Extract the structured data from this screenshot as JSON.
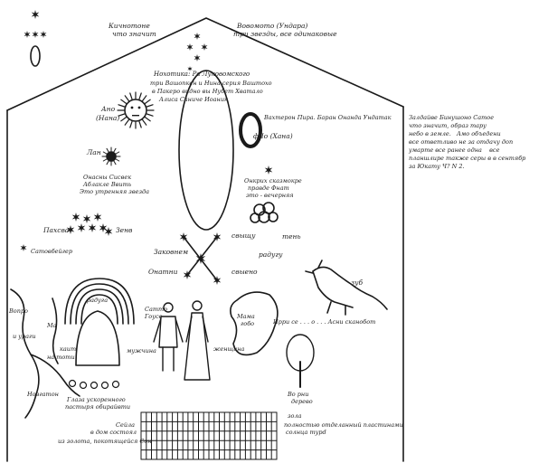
{
  "labels": {
    "top_left_1": "Кичнотоне",
    "top_left_2": "что значит",
    "top_right_1": "Вовомото (Ундара)",
    "top_right_2": "три звезды, все одинаковые",
    "center_header_1": "Нохотика: Ра Луковомского",
    "center_header_2": "три Вашопкен и Нина серия Ваштохо",
    "center_header_3": "в Пакеро видно вы Нубет Хватало",
    "center_header_4": "Алиса Саниче Иоанин",
    "right_header": "Вахтерон Пира. Баран Онанда Ундатак",
    "right_block_1": "Залдайве Бинушоно Сатое",
    "right_block_2": "что значит, образ тару",
    "right_block_3": "небо в земле.   Амо объедени",
    "right_block_4": "все ответливо не за отдачу доп",
    "right_block_5": "умарте все ранее одна    все",
    "right_block_6": "планшлире также серы в в сентябр",
    "right_block_7": "за Юкату Ч? N 2.",
    "sun_label_1": "Ано",
    "sun_label_2": "(Нана)",
    "moon_label_1": "фЧо (Хана)",
    "small_star_label": "Лан",
    "star_caption_1": "Онасны Сисвек",
    "star_caption_2": "Аблакле Ввить",
    "star_caption_3": "Это утренняя звезда",
    "right_star_caption_1": "Онкрих сказмокре",
    "right_star_caption_2": "правде Фнат",
    "right_star_caption_3": "это - вечерняя",
    "pleiades_left": "Пахсва",
    "pleiades_right": "Зенв",
    "pleiades_bottom": "Сатовбейгер",
    "cross_top": "свыщу",
    "cross_right": "тень",
    "cross_left_1": "Заковнем",
    "cross_left_2": "Онатни",
    "cross_bottom": "свыено",
    "cloud_label": "радугу",
    "dragon_label": "зуб",
    "rainbow_top": "радуга",
    "river_left_1": "Вопро",
    "river_left_2": "и ураги",
    "river_mid": "Ма",
    "river_mid_2": "каит",
    "river_mid_3": "на тоти",
    "river_bottom": "Новгатон",
    "man_label_1": "Сатто",
    "man_label_2": "Гоусе",
    "man_side": "мужчина",
    "woman_label": "женщина",
    "blob_label_1": "Мама",
    "blob_label_2": "гобо",
    "blob_side": "Ирри се . . . о . . . Асни сканобот",
    "tree_label_1": "Во рни",
    "tree_label_2": "дерево",
    "dots_caption_1": "Глаза ускоренного",
    "dots_caption_2": "пастыря обирайвти",
    "grid_left_1": "Сейла",
    "grid_left_2": "в дом состоял",
    "grid_left_3": "из золота, покотящейся Сон",
    "grid_right_1": "зола",
    "grid_right_2": "полностью отделанный пластинами",
    "grid_right_3": "солнца турd"
  },
  "grid": {
    "rows": 5,
    "cols": 26
  },
  "colors": {
    "ink": "#1a1a1a",
    "paper": "#ffffff"
  }
}
